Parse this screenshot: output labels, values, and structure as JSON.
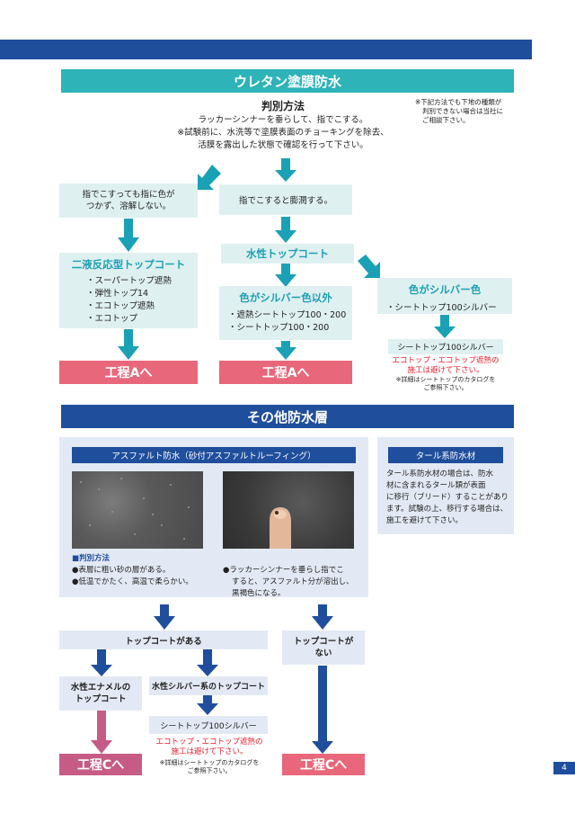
{
  "header": {
    "title": "ウレタン塗膜防水"
  },
  "side_note": [
    "※下記方法でも下地の種類が",
    "判別できない場合は当社に",
    "ご相談下さい。"
  ],
  "method": {
    "heading": "判別方法",
    "lines": [
      "ラッカーシンナーを垂らして、指でこする。",
      "※試験前に、水洗等で塗膜表面のチョーキングを除去、",
      "活膜を露出した状態で確認を行って下さい。"
    ]
  },
  "left_branch": {
    "condition": [
      "指でこすっても指に色が",
      "つかず、溶解しない。"
    ],
    "result_title": "二液反応型トップコート",
    "items": [
      "・スーパートップ遮熱",
      "・弾性トップ14",
      "・エコトップ遮熱",
      "・エコトップ"
    ],
    "process": "工程Aへ"
  },
  "middle_branch": {
    "condition": "指でこすると膨潤する。",
    "type_label": "水性トップコート",
    "non_silver": {
      "title": "色がシルバー色以外",
      "items": [
        "・遮熱シートトップ100・200",
        "・シートトップ100・200"
      ],
      "process": "工程Aへ"
    },
    "silver": {
      "title": "色がシルバー色",
      "item": "・シートトップ100シルバー",
      "result": "シートトップ100シルバー",
      "warning": [
        "エコトップ・エコトップ遮熱の",
        "施工は避けて下さい。"
      ],
      "catalog_note": [
        "※詳細はシートトップのカタログを",
        "ご参照下さい。"
      ]
    }
  },
  "section2": {
    "title": "その他防水層"
  },
  "asphalt": {
    "title": "アスファルト防水（砂付アスファルトルーフィング）",
    "method_label": "■判別方法",
    "bullets_left": [
      "●表層に粗い砂の層がある。",
      "●低温でかたく、高温で柔らかい。"
    ],
    "bullets_right": [
      "●ラッカーシンナーを垂らし指でこ",
      "すると、アスファルト分が溶出し、",
      "黒褐色になる。"
    ]
  },
  "tar": {
    "title": "タール系防水材",
    "lines": [
      "タール系防水材の場合は、防水",
      "材に含まれるタール類が表面",
      "に移行（ブリード）することがあり",
      "ます。試験の上、移行する場合は、",
      "施工を避けて下さい。"
    ]
  },
  "flow2": {
    "has_topcoat": "トップコートがある",
    "no_topcoat": [
      "トップコートが",
      "ない"
    ],
    "enamel": [
      "水性エナメルの",
      "トップコート"
    ],
    "silver_topcoat": "水性シルバー系のトップコート",
    "sheet_silver": "シートトップ100シルバー",
    "warning": [
      "エコトップ・エコトップ遮熱の",
      "施工は避けて下さい。"
    ],
    "catalog_note": [
      "※詳細はシートトップのカタログを",
      "ご参照下さい。"
    ],
    "process_c_left": "工程Cへ",
    "process_c_right": "工程Cへ"
  },
  "page_number": "4",
  "colors": {
    "teal": "#2db3b8",
    "navy": "#1f4e9c",
    "red": "#e8677a",
    "pink": "#c65b85",
    "arrow_teal": "#1aa1b5"
  }
}
